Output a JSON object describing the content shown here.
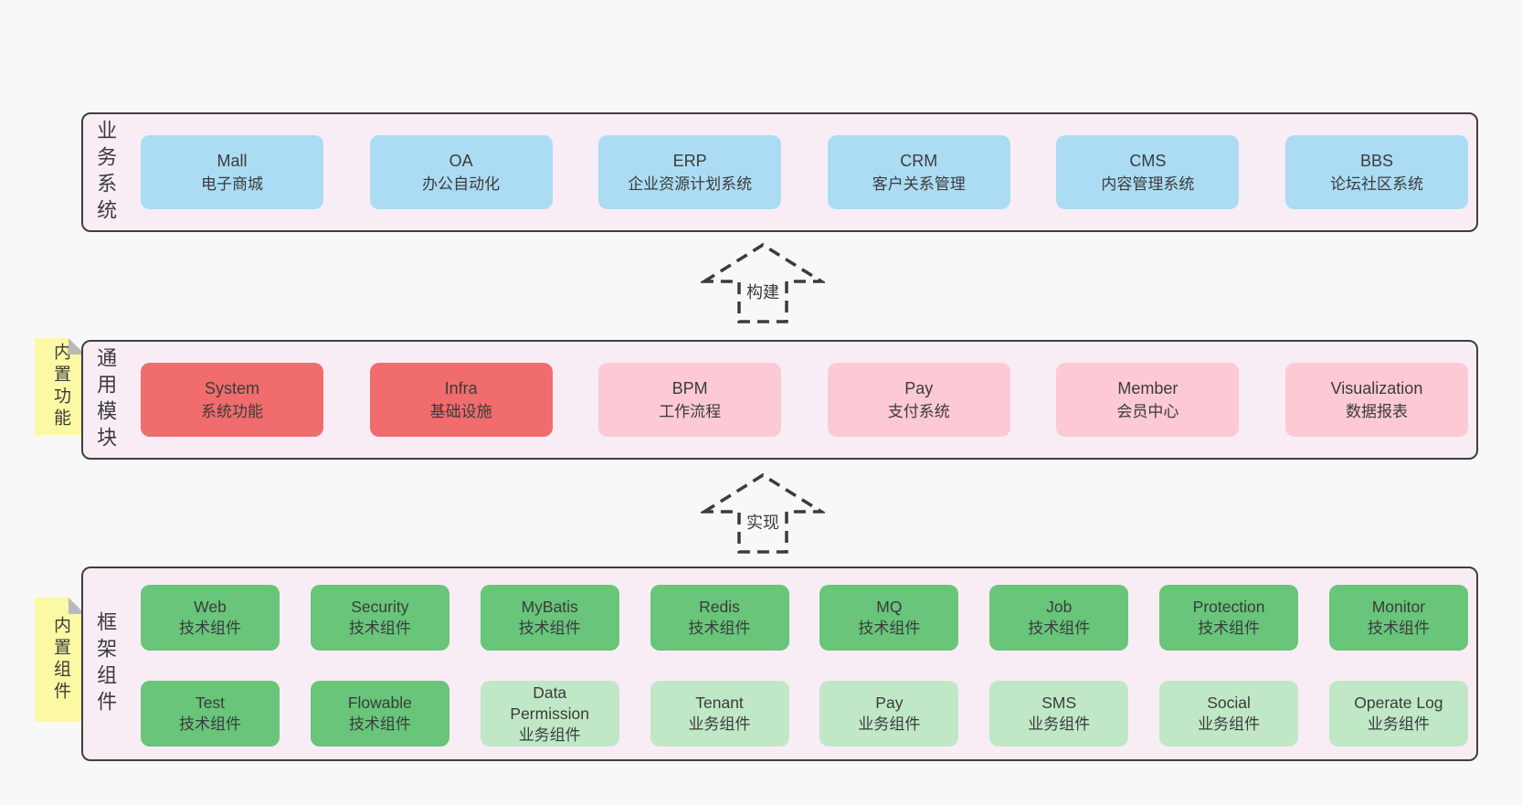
{
  "colors": {
    "page_bg": "#f8f8f8",
    "section_bg": "#f8edf5",
    "section_border": "#3f3f3f",
    "box_blue": "#abdcf4",
    "box_red": "#f16c6c",
    "box_pink": "#fcc9d4",
    "box_green": "#68c57a",
    "box_lightgreen": "#c0e8c7",
    "sticky_bg": "#fbf9a3",
    "sticky_fold": "#b9b9b9",
    "text": "#3b3b3b"
  },
  "sections": {
    "business": {
      "label": "业务系统",
      "boxes": [
        {
          "title": "Mall",
          "subtitle": "电子商城"
        },
        {
          "title": "OA",
          "subtitle": "办公自动化"
        },
        {
          "title": "ERP",
          "subtitle": "企业资源计划系统"
        },
        {
          "title": "CRM",
          "subtitle": "客户关系管理"
        },
        {
          "title": "CMS",
          "subtitle": "内容管理系统"
        },
        {
          "title": "BBS",
          "subtitle": "论坛社区系统"
        }
      ]
    },
    "modules": {
      "label": "通用模块",
      "sticky": "内置功能",
      "boxes": [
        {
          "title": "System",
          "subtitle": "系统功能"
        },
        {
          "title": "Infra",
          "subtitle": "基础设施"
        },
        {
          "title": "BPM",
          "subtitle": "工作流程"
        },
        {
          "title": "Pay",
          "subtitle": "支付系统"
        },
        {
          "title": "Member",
          "subtitle": "会员中心"
        },
        {
          "title": "Visualization",
          "subtitle": "数据报表"
        }
      ]
    },
    "components": {
      "label": "框架组件",
      "sticky": "内置组件",
      "row1": [
        {
          "title": "Web",
          "subtitle": "技术组件"
        },
        {
          "title": "Security",
          "subtitle": "技术组件"
        },
        {
          "title": "MyBatis",
          "subtitle": "技术组件"
        },
        {
          "title": "Redis",
          "subtitle": "技术组件"
        },
        {
          "title": "MQ",
          "subtitle": "技术组件"
        },
        {
          "title": "Job",
          "subtitle": "技术组件"
        },
        {
          "title": "Protection",
          "subtitle": "技术组件"
        },
        {
          "title": "Monitor",
          "subtitle": "技术组件"
        }
      ],
      "row2": [
        {
          "title": "Test",
          "subtitle": "技术组件"
        },
        {
          "title": "Flowable",
          "subtitle": "技术组件"
        },
        {
          "title": "Data Permission",
          "subtitle": "业务组件"
        },
        {
          "title": "Tenant",
          "subtitle": "业务组件"
        },
        {
          "title": "Pay",
          "subtitle": "业务组件"
        },
        {
          "title": "SMS",
          "subtitle": "业务组件"
        },
        {
          "title": "Social",
          "subtitle": "业务组件"
        },
        {
          "title": "Operate Log",
          "subtitle": "业务组件"
        }
      ]
    }
  },
  "arrows": {
    "build": "构建",
    "implement": "实现"
  }
}
